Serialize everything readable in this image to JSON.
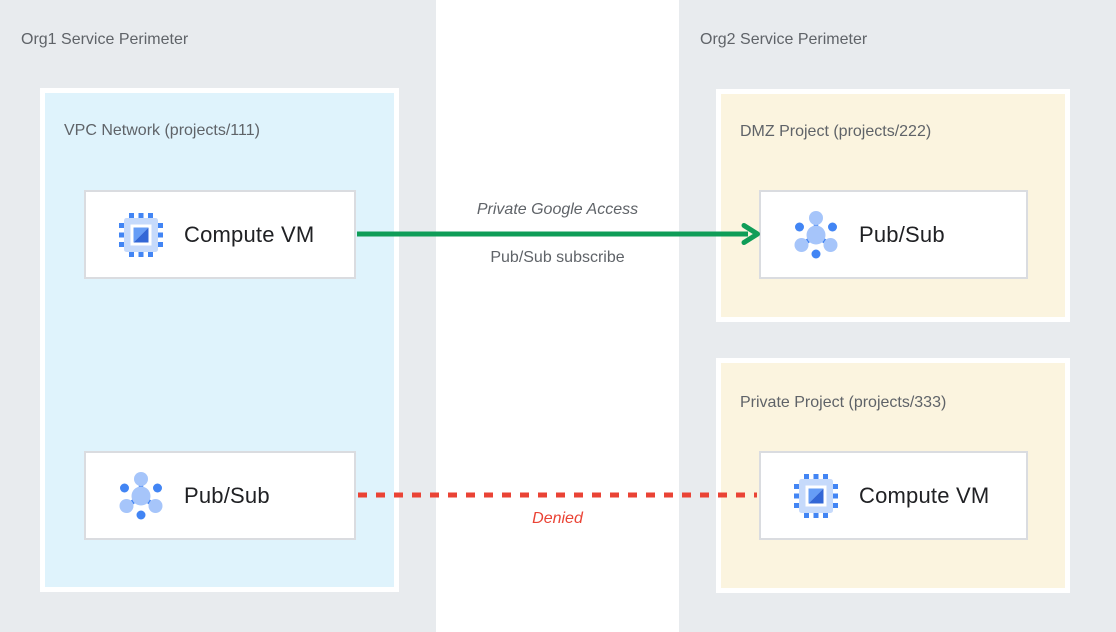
{
  "diagram": {
    "org1": {
      "title": "Org1 Service Perimeter",
      "vpc_box": {
        "title": "VPC Network (projects/111)",
        "compute_vm_label": "Compute VM",
        "pubsub_label": "Pub/Sub"
      }
    },
    "org2": {
      "title": "Org2 Service Perimeter",
      "dmz_box": {
        "title": "DMZ Project (projects/222)",
        "pubsub_label": "Pub/Sub"
      },
      "private_box": {
        "title": "Private Project (projects/333)",
        "compute_vm_label": "Compute VM"
      }
    },
    "connections": {
      "allowed": {
        "top_label": "Private Google Access",
        "bottom_label": "Pub/Sub subscribe",
        "color": "#0F9D58",
        "style": "solid-arrow"
      },
      "denied": {
        "label": "Denied",
        "color": "#EA4335",
        "style": "dashed"
      }
    },
    "colors": {
      "perimeter_bg": "#E8EBEE",
      "vpc_bg": "#DFF3FC",
      "project_bg": "#FBF4DF",
      "card_border": "#DADCE0",
      "title_gray": "#5F6368",
      "node_text": "#202124",
      "allowed_green": "#0F9D58",
      "denied_red": "#EA4335",
      "icon_blue": "#4285F4",
      "icon_light_blue": "#A6C5FA",
      "icon_mid_blue": "#669DF6",
      "icon_dark_blue": "#3367D6",
      "icon_body_blue": "#C6DAFB"
    }
  }
}
